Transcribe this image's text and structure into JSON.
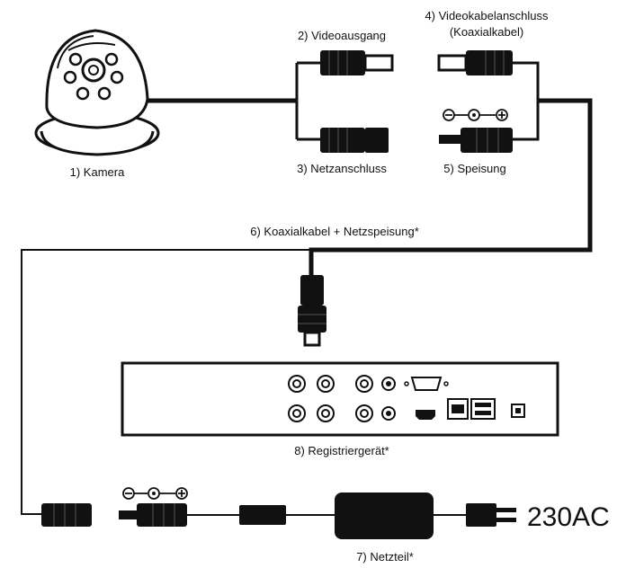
{
  "labels": {
    "camera": "1) Kamera",
    "video_output": "2) Videoausgang",
    "power_connector": "3) Netzanschluss",
    "video_cable_connector_line1": "4) Videokabelanschluss",
    "video_cable_connector_line2": "(Koaxialkabel)",
    "power_supply": "5) Speisung",
    "coax_cable": "6) Koaxialkabel + Netzspeisung*",
    "adapter": "7) Netzteil*",
    "recorder": "8) Registriergerät*",
    "mains_voltage": "230AC"
  },
  "icons": {
    "camera": "dome-camera-icon",
    "bnc": "bnc-connector-icon",
    "dc_plug": "dc-plug-icon",
    "polarity": "dc-polarity-icon",
    "recorder": "dvr-recorder-icon",
    "adapter": "power-adapter-icon",
    "mains_plug": "mains-plug-icon"
  },
  "colors": {
    "line": "#111111",
    "background": "#ffffff"
  }
}
